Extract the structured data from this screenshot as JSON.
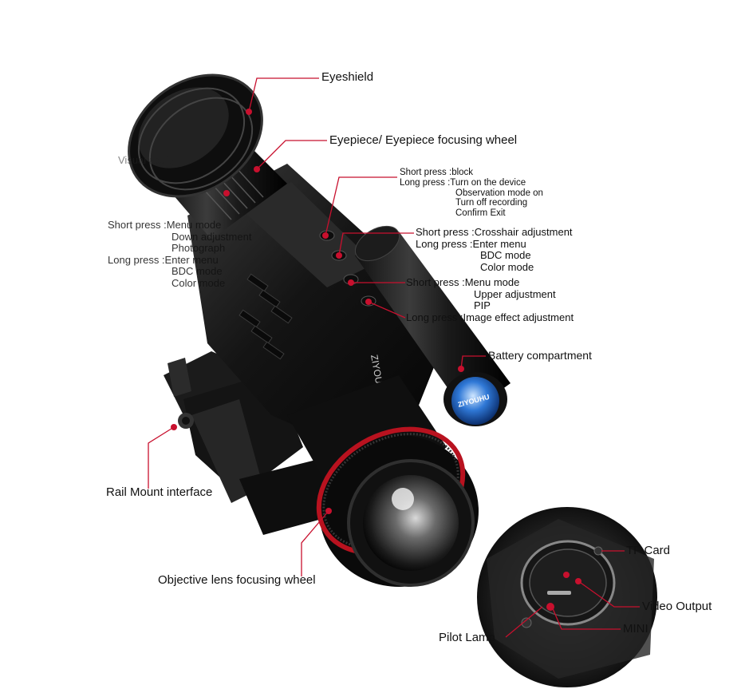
{
  "labels": {
    "eyeshield": "Eyeshield",
    "eyepiece": "Eyepiece/ Eyepiece focusing wheel",
    "rail_mount": "Rail Mount interface",
    "objective": "Objective lens focusing wheel",
    "battery": "Battery compartment",
    "tf_card": "TF Card",
    "video_output": "Video Output",
    "mini": "MINI",
    "pilot_lamp": "Pilot Lamp"
  },
  "power_button": {
    "short_key": "Short press : ",
    "short_val": "block",
    "long_key": "Long press : ",
    "long_vals": [
      "Turn on the device",
      "Observation mode on",
      "Turn off recording",
      "Confirm Exit"
    ]
  },
  "crosshair_button": {
    "short_key": "Short press : ",
    "short_val": "Crosshair adjustment",
    "long_key": "Long press : ",
    "long_vals": [
      "Enter menu",
      "BDC mode",
      "Color mode"
    ]
  },
  "menu_button": {
    "short_key": "Short press : ",
    "short_vals": [
      "Menu mode",
      "Upper adjustment",
      "PIP"
    ],
    "long_key": "Long press : ",
    "long_val": "Image effect adjustment"
  },
  "left_partial": {
    "top": "Visual acuity",
    "short_key": "Short press : ",
    "short_vals": [
      "Menu mode",
      "Down adjustment",
      "Photograph"
    ],
    "long_key": "Long press : ",
    "long_vals": [
      "Enter menu",
      "BDC mode",
      "Color mode"
    ]
  },
  "brand": "ZIYOUHU",
  "colors": {
    "leader": "#c8102e",
    "body": "#1a1a1a",
    "accent_ring": "#b8121f"
  }
}
